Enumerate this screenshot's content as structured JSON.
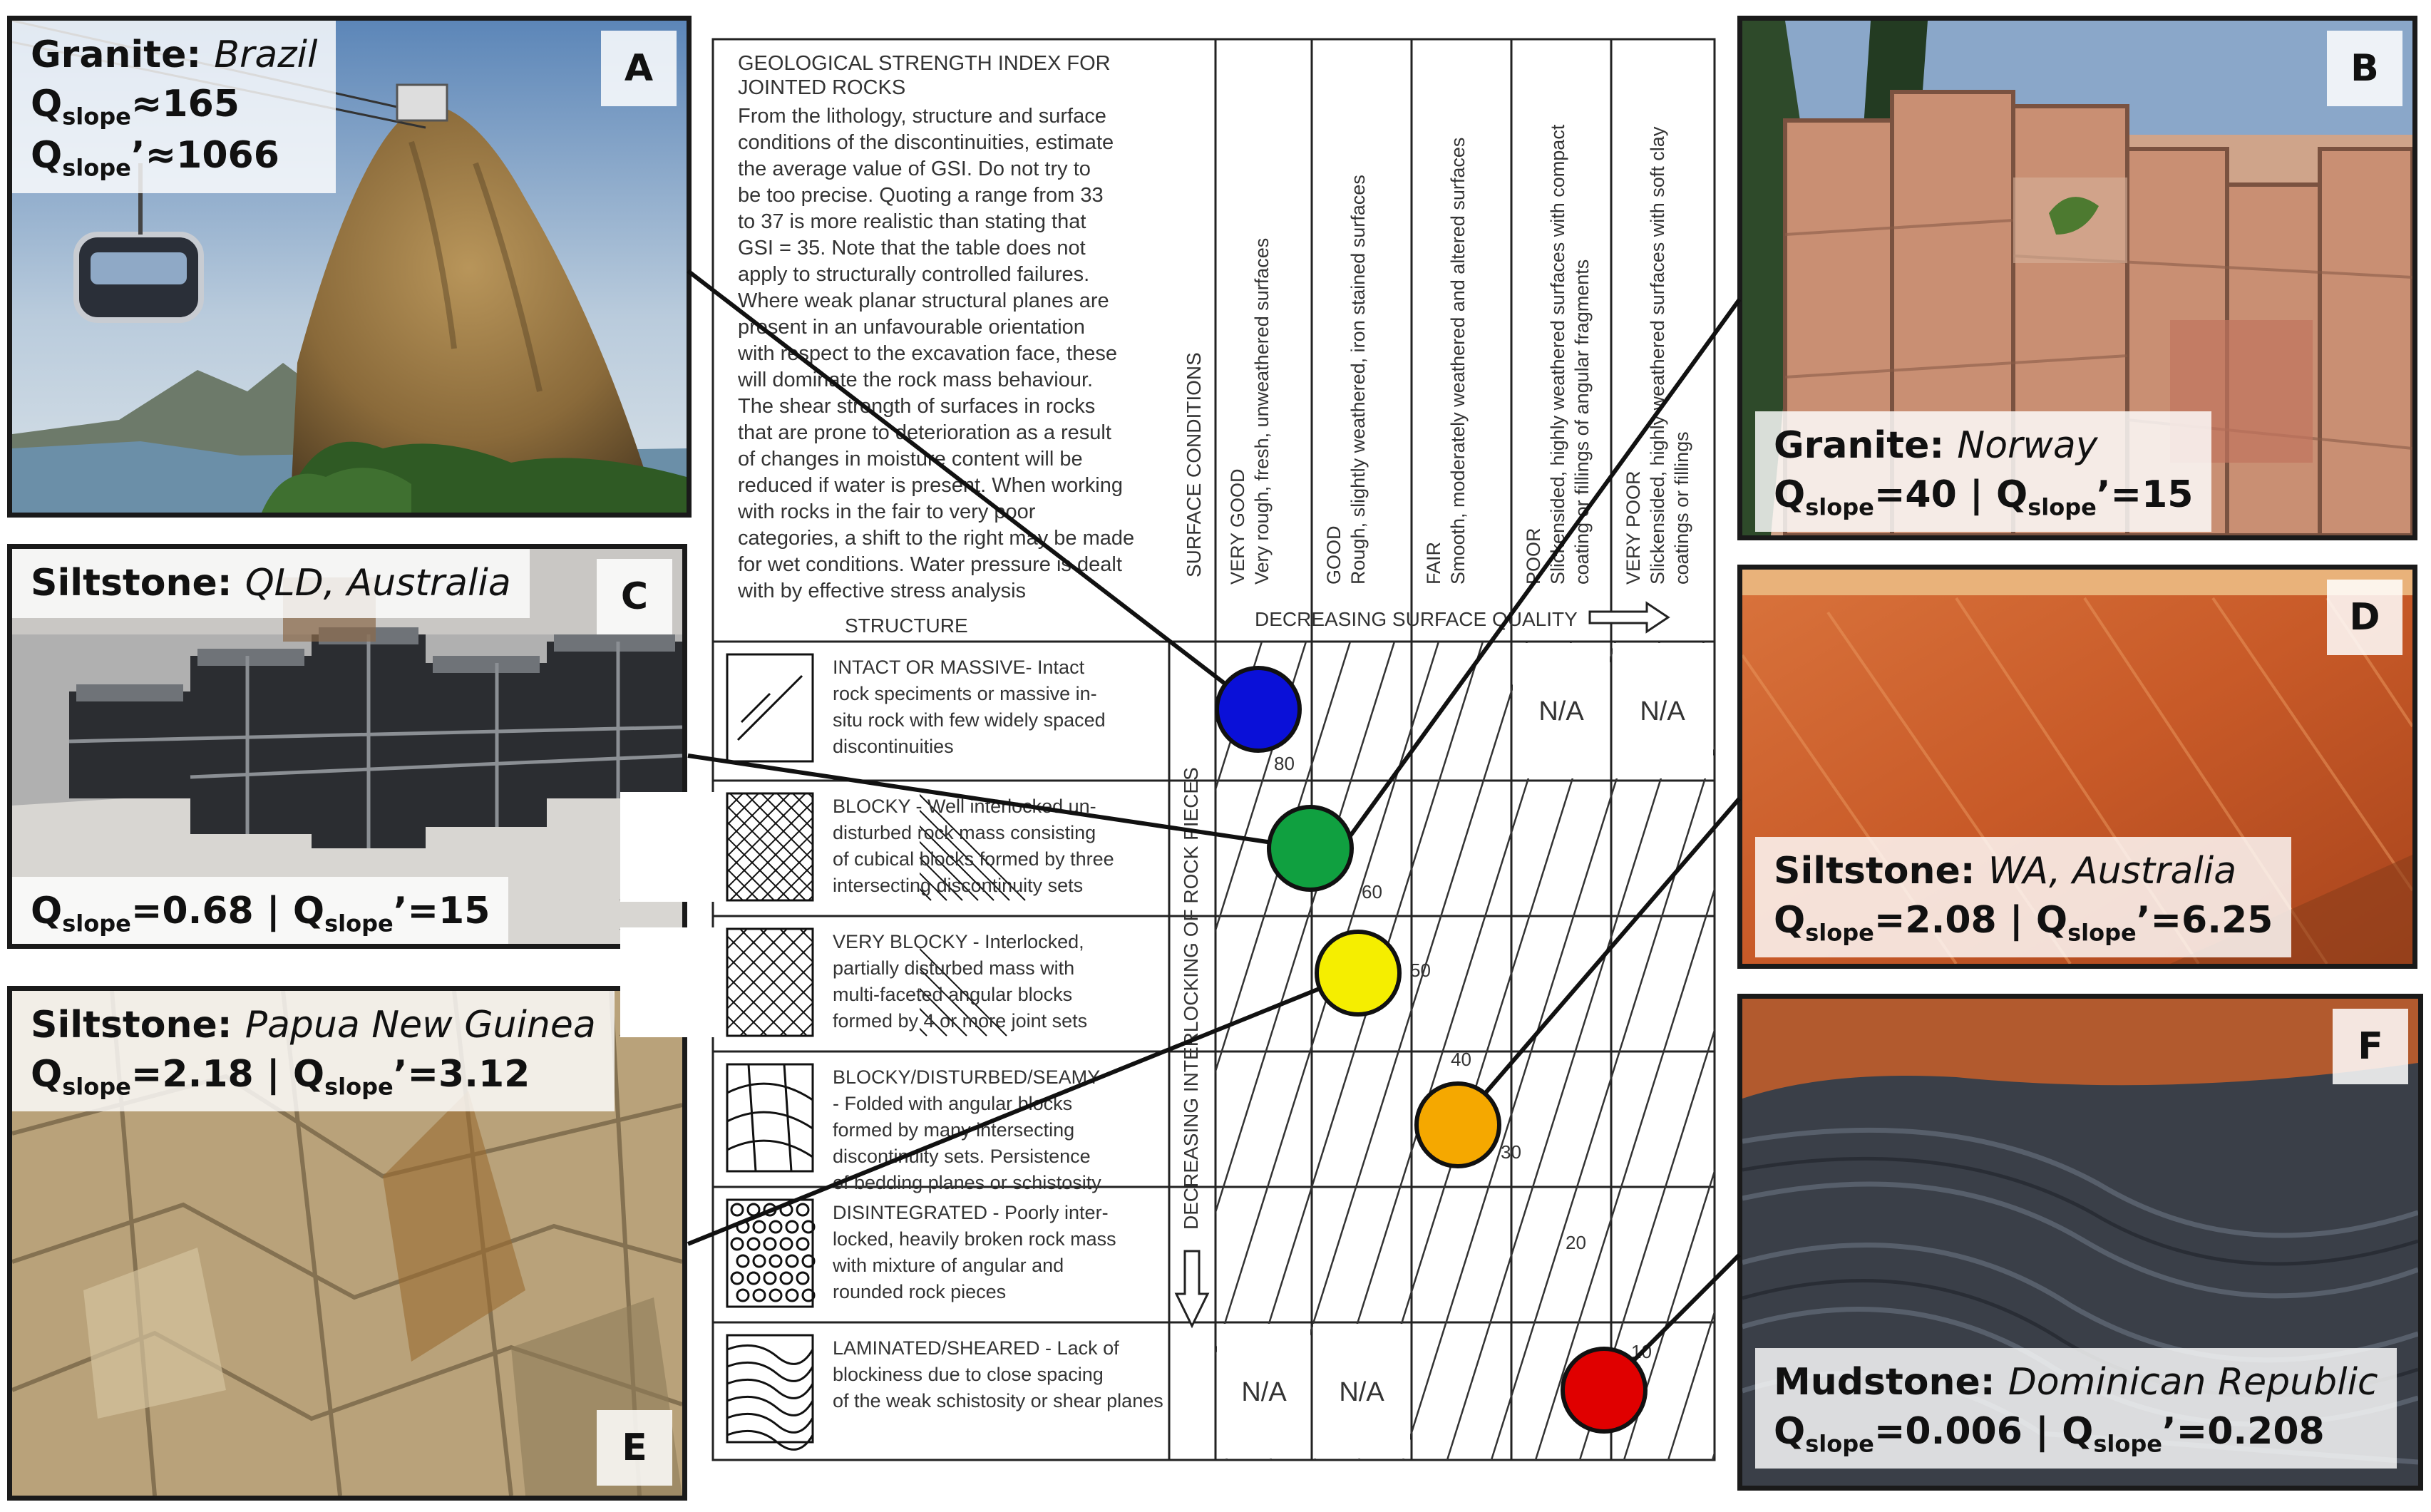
{
  "chart": {
    "title_lines": [
      "GEOLOGICAL STRENGTH INDEX FOR",
      "JOINTED ROCKS"
    ],
    "intro_lines": [
      "From the lithology, structure and surface",
      "conditions of the discontinuities, estimate",
      "the average value of GSI. Do not try to",
      "be too precise. Quoting a range from 33",
      "to 37 is more realistic than stating that",
      "GSI = 35. Note that the table does not",
      "apply to structurally controlled failures.",
      "Where weak planar structural planes are",
      "present in an unfavourable orientation",
      "with respect to the excavation face, these",
      "will dominate the rock mass behaviour.",
      "The shear strength of surfaces in rocks",
      " that are prone to deterioration as a result",
      "of changes in moisture content will be",
      "reduced if water is present. When working",
      "with rocks in the fair to very poor",
      "categories, a shift to the right may be made",
      "for wet conditions. Water pressure is dealt",
      "with by effective stress analysis"
    ],
    "structure_header": "STRUCTURE",
    "surface_conditions_label": "SURFACE CONDITIONS",
    "decreasing_surface_quality": "DECREASING SURFACE QUALITY",
    "decreasing_interlocking": "DECREASING INTERLOCKING OF ROCK PIECES",
    "columns": [
      {
        "lines": [
          "VERY GOOD",
          "Very rough, fresh, unweathered surfaces"
        ]
      },
      {
        "lines": [
          "GOOD",
          "Rough, slightly weathered, iron stained surfaces"
        ]
      },
      {
        "lines": [
          "FAIR",
          "Smooth, moderately weathered and altered surfaces"
        ]
      },
      {
        "lines": [
          "POOR",
          "Slickensided, highly weathered surfaces with compact",
          "coating or fillings of angular fragments"
        ]
      },
      {
        "lines": [
          "VERY POOR",
          "Slickensided, highly weathered surfaces with soft clay",
          "coatings or fillings"
        ]
      }
    ],
    "rows": [
      {
        "pattern": "intact",
        "lines": [
          "INTACT OR MASSIVE- Intact",
          "rock speciments or massive in-",
          "situ rock with few widely spaced",
          "discontinuities"
        ]
      },
      {
        "pattern": "blocky",
        "lines": [
          "BLOCKY - Well interlocked un-",
          "disturbed rock mass consisting",
          "of cubical blocks formed by three",
          "intersecting discontinuity sets"
        ]
      },
      {
        "pattern": "very-blocky",
        "lines": [
          "VERY BLOCKY - Interlocked,",
          "partially disturbed mass with",
          "multi-faceted angular blocks",
          "formed by 4 or more joint sets"
        ]
      },
      {
        "pattern": "disturbed",
        "lines": [
          "BLOCKY/DISTURBED/SEAMY",
          "- Folded with angular blocks",
          "formed by many intersecting",
          "discontinuity sets. Persistence",
          "of bedding planes or schistosity"
        ]
      },
      {
        "pattern": "disintegrated",
        "lines": [
          "DISINTEGRATED - Poorly inter-",
          "locked, heavily broken rock mass",
          "with mixture of angular and",
          "rounded rock pieces"
        ]
      },
      {
        "pattern": "laminated",
        "lines": [
          "LAMINATED/SHEARED - Lack of",
          "blockiness due to close spacing",
          "of the weak schistosity or shear planes"
        ]
      }
    ],
    "na_label": "N/A",
    "contours": [
      "80",
      "60",
      "50",
      "40",
      "30",
      "20",
      "10"
    ],
    "markers": [
      {
        "photo": "A",
        "color": "#0a10d8"
      },
      {
        "photo": "B",
        "color": "#10a040"
      },
      {
        "photo": "C",
        "color": "#10a040"
      },
      {
        "photo": "D",
        "color": "#f5a800"
      },
      {
        "photo": "E",
        "color": "#f5ee00"
      },
      {
        "photo": "F",
        "color": "#e00000"
      }
    ]
  },
  "photos": {
    "A": {
      "rock": "Granite:",
      "location": "Brazil",
      "q1": "≈165",
      "q2": "’≈1066",
      "letter": "A"
    },
    "B": {
      "rock": "Granite:",
      "location": "Norway",
      "q1": "=40",
      "q2": "’=15",
      "letter": "B"
    },
    "C": {
      "rock": "Siltstone:",
      "location": "QLD, Australia",
      "q1": "=0.68",
      "q2": "’=15",
      "letter": "C"
    },
    "D": {
      "rock": "Siltstone:",
      "location": "WA, Australia",
      "q1": "=2.08",
      "q2": "’=6.25",
      "letter": "D"
    },
    "E": {
      "rock": "Siltstone:",
      "location": "Papua New Guinea",
      "q1": "=2.18",
      "q2": "’=3.12",
      "letter": "E"
    },
    "F": {
      "rock": "Mudstone:",
      "location": "Dominican Republic",
      "q1": "=0.006",
      "q2": "’=0.208",
      "letter": "F"
    }
  },
  "q_symbol": "Q",
  "q_sub": "slope",
  "separator": " | "
}
